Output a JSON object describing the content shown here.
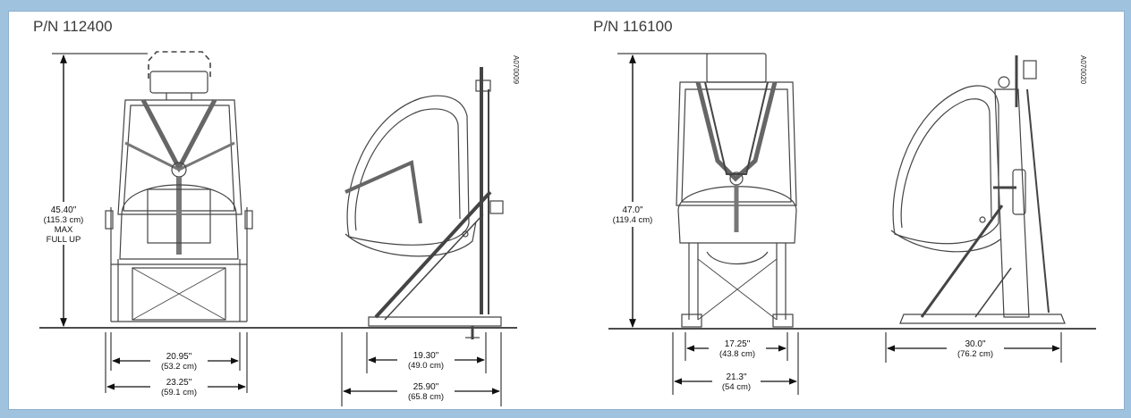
{
  "panels": [
    {
      "part_number": "P/N 112400",
      "figure_code": "A070009",
      "height": {
        "line1": "45.40\"",
        "line2": "(115.3 cm)",
        "line3": "MAX",
        "line4": "FULL UP"
      },
      "front_inner_width": {
        "line1": "20.95\"",
        "line2": "(53.2 cm)"
      },
      "front_outer_width": {
        "line1": "23.25\"",
        "line2": "(59.1 cm)"
      },
      "side_inner_depth": {
        "line1": "19.30\"",
        "line2": "(49.0 cm)"
      },
      "side_outer_depth": {
        "line1": "25.90\"",
        "line2": "(65.8 cm)"
      }
    },
    {
      "part_number": "P/N 116100",
      "figure_code": "A070020",
      "height": {
        "line1": "47.0\"",
        "line2": "(119.4 cm)"
      },
      "front_inner_width": {
        "line1": "17.25\"",
        "line2": "(43.8 cm)"
      },
      "front_outer_width": {
        "line1": "21.3\"",
        "line2": "(54 cm)"
      },
      "side_depth": {
        "line1": "30.0\"",
        "line2": "(76.2 cm)"
      }
    }
  ],
  "colors": {
    "border": "#9fc3df",
    "ink": "#111111",
    "seat_line": "#444444"
  }
}
